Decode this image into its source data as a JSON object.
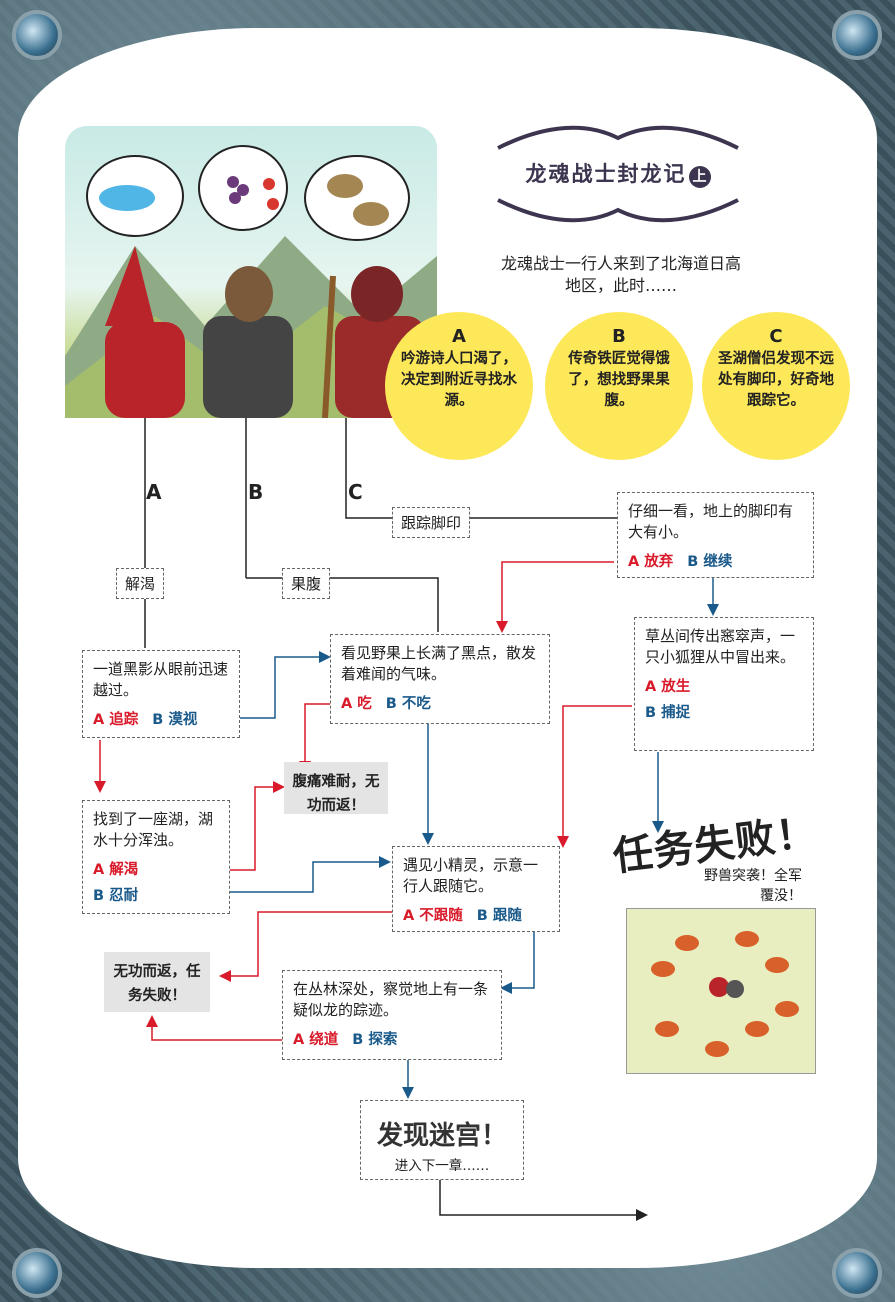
{
  "title": {
    "main": "龙魂战士封龙记",
    "volume": "上"
  },
  "intro": "龙魂战士一行人来到了北海道日高地区，此时……",
  "characters": [
    {
      "letter": "A",
      "text": "吟游诗人口渴了，决定到附近寻找水源。"
    },
    {
      "letter": "B",
      "text": "传奇铁匠觉得饿了，想找野果果腹。"
    },
    {
      "letter": "C",
      "text": "圣湖僧侣发现不远处有脚印，好奇地跟踪它。"
    }
  ],
  "branch_letters": [
    "A",
    "B",
    "C"
  ],
  "labels": {
    "thirst": "解渴",
    "fruit": "果腹",
    "track": "跟踪脚印"
  },
  "nodes": {
    "footprint": {
      "text": "仔细一看，地上的脚印有大有小。",
      "a": "A 放弃",
      "b": "B 继续"
    },
    "fox": {
      "text": "草丛间传出窸窣声，一只小狐狸从中冒出来。",
      "a": "A 放生",
      "b": "B 捕捉"
    },
    "shadow": {
      "text": "一道黑影从眼前迅速越过。",
      "a": "A 追踪",
      "b": "B 漠视"
    },
    "berries": {
      "text": "看见野果上长满了黑点，散发着难闻的气味。",
      "a": "A 吃",
      "b": "B 不吃"
    },
    "lake": {
      "text": "找到了一座湖，湖水十分浑浊。",
      "a": "A 解渴",
      "b": "B 忍耐"
    },
    "spirit": {
      "text": "遇见小精灵，示意一行人跟随它。",
      "a": "A 不跟随",
      "b": "B 跟随"
    },
    "forest": {
      "text": "在丛林深处，察觉地上有一条疑似龙的踪迹。",
      "a": "A 绕道",
      "b": "B 探索"
    }
  },
  "outcomes": {
    "stomach": "腹痛难耐，无功而返！",
    "return_fail": "无功而返，任务失败！",
    "mission_fail_title": "任务失败！",
    "mission_fail_sub": "野兽突袭！全军覆没！",
    "maze_title": "发现迷宫！",
    "maze_sub": "进入下一章……"
  },
  "colors": {
    "option_a": "#d91a2a",
    "option_b": "#1a5a8a",
    "circle": "#fde85a"
  }
}
